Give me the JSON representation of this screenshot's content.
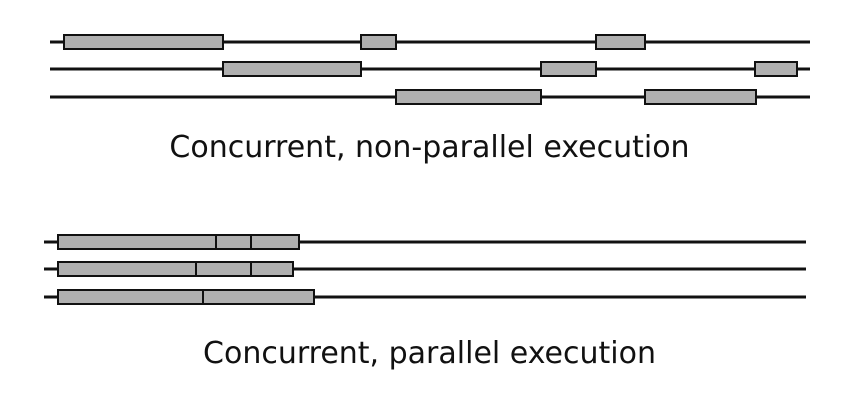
{
  "colors": {
    "line": "#111111",
    "block_fill": "#b0b0b0",
    "block_stroke": "#111111",
    "background": "#ffffff"
  },
  "diagrams": [
    {
      "caption": "Concurrent, non-parallel execution",
      "timelines": [
        {
          "blocks": [
            {
              "segments": 1
            },
            {
              "segments": 1
            },
            {
              "segments": 1
            }
          ]
        },
        {
          "blocks": [
            {
              "segments": 1
            },
            {
              "segments": 1
            },
            {
              "segments": 1
            }
          ]
        },
        {
          "blocks": [
            {
              "segments": 1
            },
            {
              "segments": 1
            }
          ]
        }
      ]
    },
    {
      "caption": "Concurrent, parallel execution",
      "timelines": [
        {
          "blocks": [
            {
              "segments": 3
            }
          ]
        },
        {
          "blocks": [
            {
              "segments": 3
            }
          ]
        },
        {
          "blocks": [
            {
              "segments": 2
            }
          ]
        }
      ]
    }
  ]
}
